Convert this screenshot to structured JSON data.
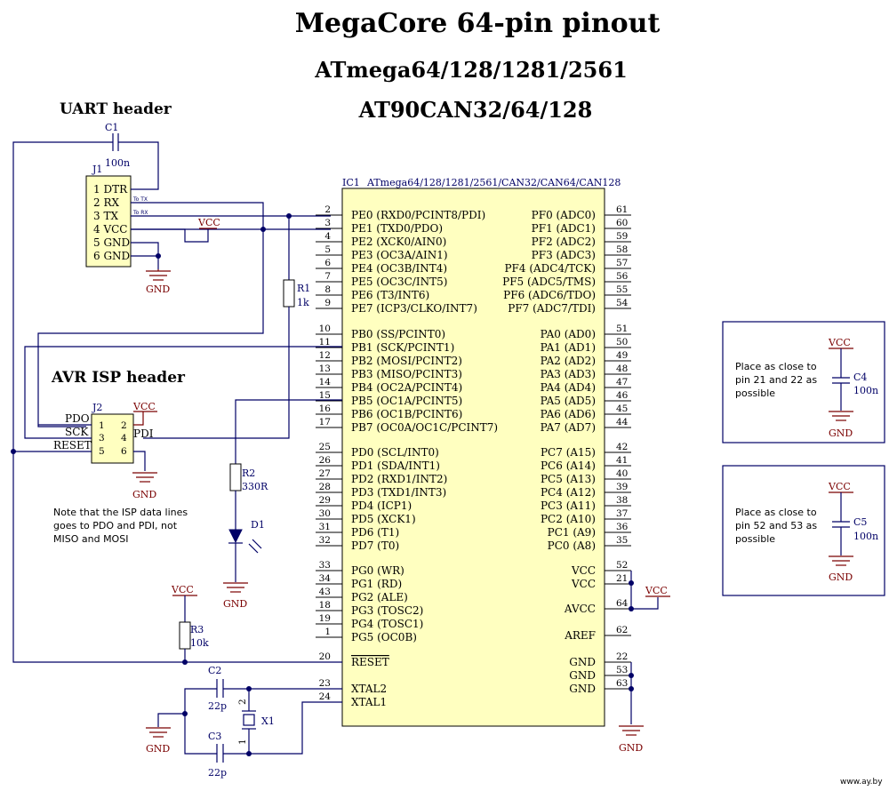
{
  "title": "MegaCore 64-pin pinout",
  "subtitle1": "ATmega64/128/1281/2561",
  "subtitle2": "AT90CAN32/64/128",
  "ic": {
    "ref": "IC1",
    "part": "ATmega64/128/1281/2561/CAN32/CAN64/CAN128",
    "left_pins": [
      {
        "num": "2",
        "name": "PE0 (RXD0/PCINT8/PDI)"
      },
      {
        "num": "3",
        "name": "PE1 (TXD0/PDO)"
      },
      {
        "num": "4",
        "name": "PE2 (XCK0/AIN0)"
      },
      {
        "num": "5",
        "name": "PE3 (OC3A/AIN1)"
      },
      {
        "num": "6",
        "name": "PE4 (OC3B/INT4)"
      },
      {
        "num": "7",
        "name": "PE5 (OC3C/INT5)"
      },
      {
        "num": "8",
        "name": "PE6 (T3/INT6)"
      },
      {
        "num": "9",
        "name": "PE7 (ICP3/CLKO/INT7)"
      },
      {
        "num": "10",
        "name": "PB0 (SS/PCINT0)"
      },
      {
        "num": "11",
        "name": "PB1 (SCK/PCINT1)"
      },
      {
        "num": "12",
        "name": "PB2 (MOSI/PCINT2)"
      },
      {
        "num": "13",
        "name": "PB3 (MISO/PCINT3)"
      },
      {
        "num": "14",
        "name": "PB4 (OC2A/PCINT4)"
      },
      {
        "num": "15",
        "name": "PB5 (OC1A/PCINT5)"
      },
      {
        "num": "16",
        "name": "PB6 (OC1B/PCINT6)"
      },
      {
        "num": "17",
        "name": "PB7 (OC0A/OC1C/PCINT7)"
      },
      {
        "num": "25",
        "name": "PD0 (SCL/INT0)"
      },
      {
        "num": "26",
        "name": "PD1 (SDA/INT1)"
      },
      {
        "num": "27",
        "name": "PD2 (RXD1/INT2)"
      },
      {
        "num": "28",
        "name": "PD3 (TXD1/INT3)"
      },
      {
        "num": "29",
        "name": "PD4 (ICP1)"
      },
      {
        "num": "30",
        "name": "PD5 (XCK1)"
      },
      {
        "num": "31",
        "name": "PD6 (T1)"
      },
      {
        "num": "32",
        "name": "PD7 (T0)"
      },
      {
        "num": "33",
        "name": "PG0 (WR)"
      },
      {
        "num": "34",
        "name": "PG1 (RD)"
      },
      {
        "num": "43",
        "name": "PG2 (ALE)"
      },
      {
        "num": "18",
        "name": "PG3 (TOSC2)"
      },
      {
        "num": "19",
        "name": "PG4 (TOSC1)"
      },
      {
        "num": "1",
        "name": "PG5 (OC0B)"
      },
      {
        "num": "20",
        "name": "RESET"
      },
      {
        "num": "23",
        "name": "XTAL2"
      },
      {
        "num": "24",
        "name": "XTAL1"
      }
    ],
    "right_pins": [
      {
        "num": "61",
        "name": "PF0 (ADC0)"
      },
      {
        "num": "60",
        "name": "PF1 (ADC1)"
      },
      {
        "num": "59",
        "name": "PF2 (ADC2)"
      },
      {
        "num": "58",
        "name": "PF3 (ADC3)"
      },
      {
        "num": "57",
        "name": "PF4 (ADC4/TCK)"
      },
      {
        "num": "56",
        "name": "PF5 (ADC5/TMS)"
      },
      {
        "num": "55",
        "name": "PF6 (ADC6/TDO)"
      },
      {
        "num": "54",
        "name": "PF7 (ADC7/TDI)"
      },
      {
        "num": "51",
        "name": "PA0 (AD0)"
      },
      {
        "num": "50",
        "name": "PA1 (AD1)"
      },
      {
        "num": "49",
        "name": "PA2 (AD2)"
      },
      {
        "num": "48",
        "name": "PA3 (AD3)"
      },
      {
        "num": "47",
        "name": "PA4 (AD4)"
      },
      {
        "num": "46",
        "name": "PA5 (AD5)"
      },
      {
        "num": "45",
        "name": "PA6 (AD6)"
      },
      {
        "num": "44",
        "name": "PA7 (AD7)"
      },
      {
        "num": "42",
        "name": "PC7 (A15)"
      },
      {
        "num": "41",
        "name": "PC6 (A14)"
      },
      {
        "num": "40",
        "name": "PC5 (A13)"
      },
      {
        "num": "39",
        "name": "PC4 (A12)"
      },
      {
        "num": "38",
        "name": "PC3 (A11)"
      },
      {
        "num": "37",
        "name": "PC2 (A10)"
      },
      {
        "num": "36",
        "name": "PC1 (A9)"
      },
      {
        "num": "35",
        "name": "PC0 (A8)"
      },
      {
        "num": "52",
        "name": "VCC"
      },
      {
        "num": "21",
        "name": "VCC"
      },
      {
        "num": "64",
        "name": "AVCC"
      },
      {
        "num": "62",
        "name": "AREF"
      },
      {
        "num": "22",
        "name": "GND"
      },
      {
        "num": "53",
        "name": "GND"
      },
      {
        "num": "63",
        "name": "GND"
      }
    ]
  },
  "uart": {
    "header": "UART header",
    "ref": "J1",
    "pins": [
      "1 DTR",
      "2 RX",
      "3 TX",
      "4 VCC",
      "5 GND",
      "6 GND"
    ],
    "to_tx": "To TX",
    "to_rx": "To RX"
  },
  "isp": {
    "header": "AVR ISP header",
    "ref": "J2",
    "left_labels": [
      "PDO",
      "SCK",
      "RESET"
    ],
    "right_labels": [
      "VCC",
      "PDI"
    ],
    "pin_numbers": [
      "1",
      "2",
      "3",
      "4",
      "5",
      "6"
    ],
    "note": [
      "Note that the ISP data lines",
      "goes to PDO and PDI, not",
      "MISO and MOSI"
    ]
  },
  "components": {
    "c1": {
      "ref": "C1",
      "value": "100n"
    },
    "r1": {
      "ref": "R1",
      "value": "1k"
    },
    "r2": {
      "ref": "R2",
      "value": "330R"
    },
    "d1": {
      "ref": "D1"
    },
    "r3": {
      "ref": "R3",
      "value": "10k"
    },
    "c2": {
      "ref": "C2",
      "value": "22p"
    },
    "c3": {
      "ref": "C3",
      "value": "22p"
    },
    "x1": {
      "ref": "X1",
      "pin1": "1",
      "pin2": "2"
    },
    "c4": {
      "ref": "C4",
      "value": "100n"
    },
    "c5": {
      "ref": "C5",
      "value": "100n"
    }
  },
  "notes": {
    "c4": [
      "Place as close to",
      "pin 21 and 22 as",
      "possible"
    ],
    "c5": [
      "Place as close to",
      "pin 52 and 53 as",
      "possible"
    ]
  },
  "power": {
    "vcc": "VCC",
    "gnd": "GND"
  },
  "watermark": "www.ay.by"
}
